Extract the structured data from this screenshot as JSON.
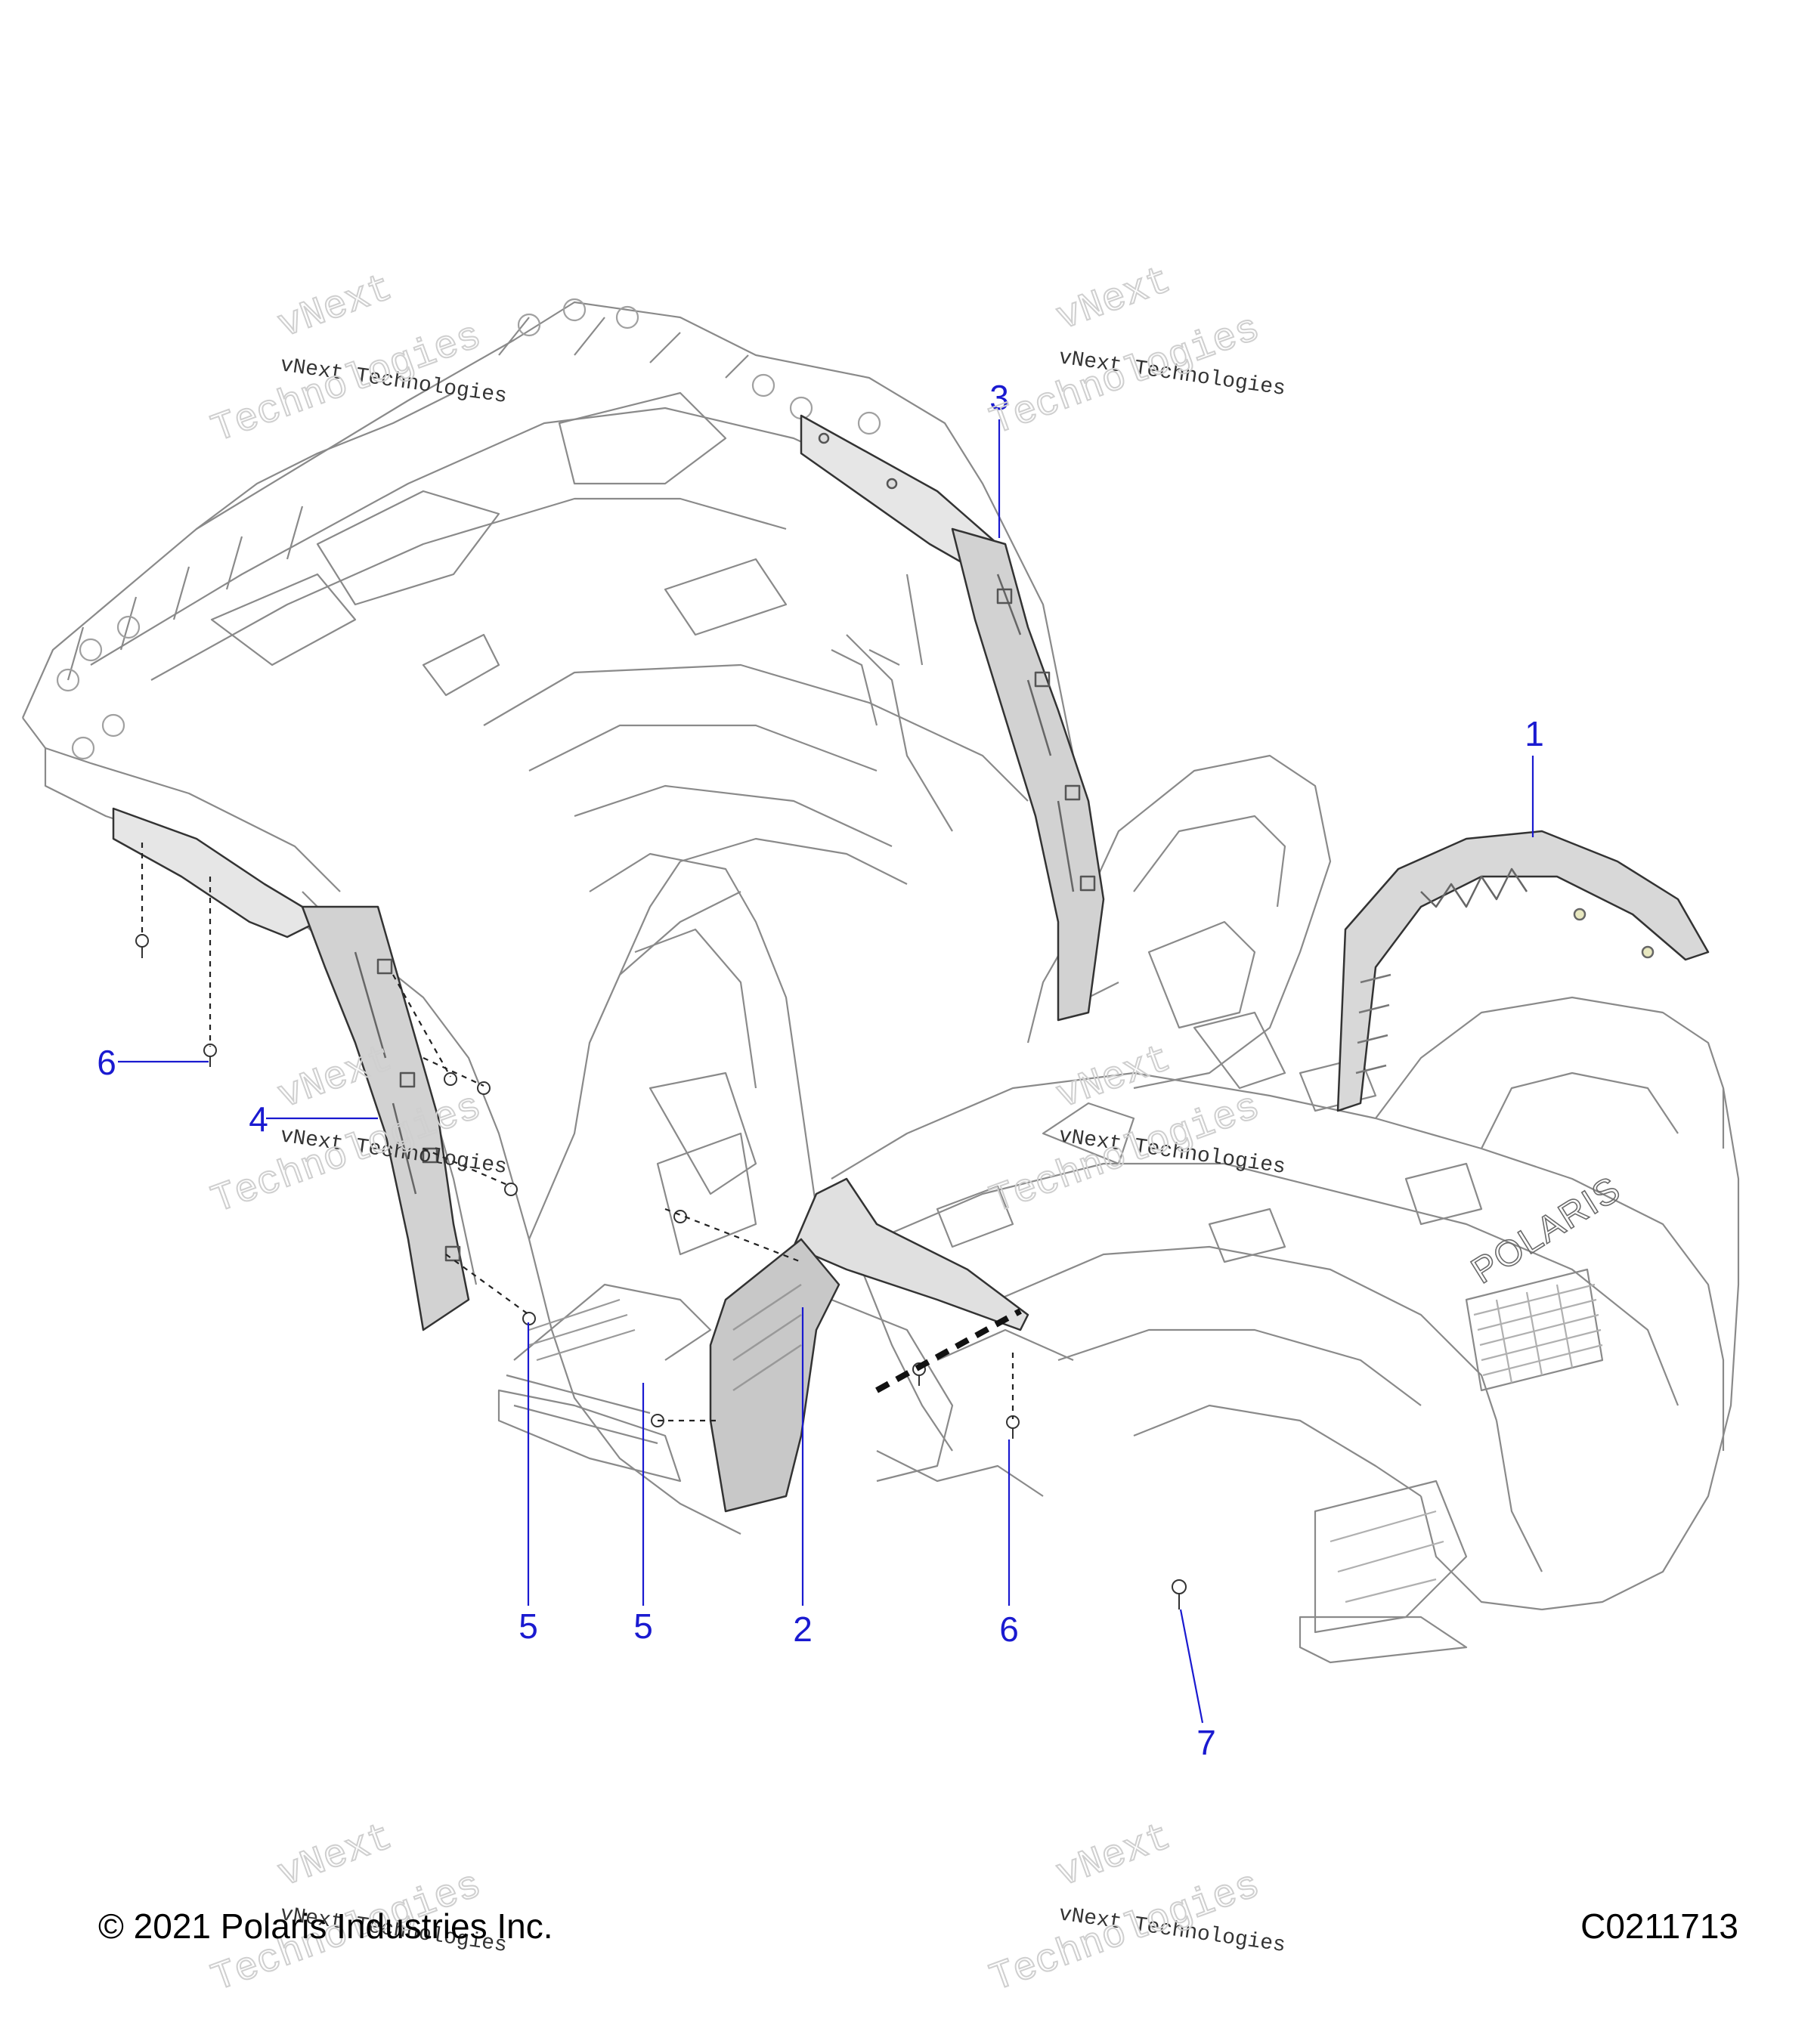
{
  "callouts": [
    {
      "id": "1",
      "label": "1"
    },
    {
      "id": "2",
      "label": "2"
    },
    {
      "id": "3",
      "label": "3"
    },
    {
      "id": "4",
      "label": "4"
    },
    {
      "id": "5a",
      "label": "5"
    },
    {
      "id": "5b",
      "label": "5"
    },
    {
      "id": "6a",
      "label": "6"
    },
    {
      "id": "6b",
      "label": "6"
    },
    {
      "id": "7",
      "label": "7"
    }
  ],
  "brand_text": "POLARIS",
  "watermark": {
    "line1": "vNext Technologies",
    "line2": "vNext",
    "line3": "Technologies"
  },
  "footer": {
    "copyright": "© 2021 Polaris Industries Inc.",
    "figure_code": "C0211713"
  },
  "colors": {
    "callout": "#1a1ad0",
    "outline": "#3a3a3a",
    "faint_outline": "#9a9a9a",
    "part_fill": "#d4d4d4",
    "watermark": "#cfcfcf"
  }
}
